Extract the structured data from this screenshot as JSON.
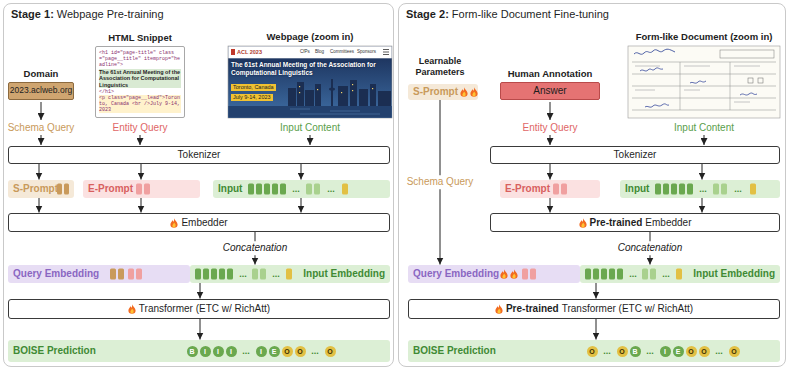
{
  "diagram": {
    "nodes": [
      {
        "text": [
          "Stage 1:",
          "Webpage Pre-training"
        ]
      },
      {
        "text": [
          "Domain",
          "2023.aclweb.org"
        ],
        "in": 0
      },
      {
        "text": [
          "HTML Snippet"
        ],
        "in": 0
      },
      {
        "text": [
          "Webpage (zoom in)"
        ],
        "in": 0
      },
      {
        "text": [
          "Tokenizer"
        ],
        "in": 0
      },
      {
        "text": [
          "S-Prompt"
        ],
        "in": 0
      },
      {
        "text": [
          "E-Prompt"
        ],
        "in": 0
      },
      {
        "text": [
          "Input"
        ],
        "in": 0
      },
      {
        "text": [
          "Embedder"
        ],
        "in": 0
      },
      {
        "text": [
          "Query Embedding"
        ],
        "in": 0
      },
      {
        "text": [
          "Input Embedding"
        ],
        "in": 0
      },
      {
        "text": [
          "Transformer (ETC w/ RichAtt)"
        ],
        "in": 0
      },
      {
        "text": [
          "BOISE Prediction"
        ],
        "in": 0
      },
      {
        "text": [
          "B"
        ],
        "in": 12
      },
      {
        "text": [
          "I"
        ],
        "in": 12
      },
      {
        "text": [
          "I"
        ],
        "in": 12
      },
      {
        "text": [
          "I"
        ],
        "in": 12
      },
      {
        "text": [
          "I"
        ],
        "in": 12
      },
      {
        "text": [
          "E"
        ],
        "in": 12
      },
      {
        "text": [
          "O"
        ],
        "in": 12
      },
      {
        "text": [
          "O"
        ],
        "in": 12
      },
      {
        "text": [
          "O"
        ],
        "in": 12
      },
      {
        "text": [
          "Stage 2:",
          "Form-like Document Fine-tuning"
        ]
      },
      {
        "text": [
          "S-Prompt"
        ],
        "in": 22
      },
      {
        "text": [
          "Human Annotation",
          "Answer"
        ],
        "in": 22
      },
      {
        "text": [
          "Form-like Document (zoom in)"
        ],
        "in": 22
      },
      {
        "text": [
          "Tokenizer"
        ],
        "in": 22
      },
      {
        "text": [
          "E-Prompt"
        ],
        "in": 22
      },
      {
        "text": [
          "Input"
        ],
        "in": 22
      },
      {
        "text": [
          "Pre-trained",
          "Embedder"
        ],
        "in": 22
      },
      {
        "text": [
          "Query Embedding"
        ],
        "in": 22
      },
      {
        "text": [
          "Input Embedding"
        ],
        "in": 22
      },
      {
        "text": [
          "Pre-trained",
          "Transformer (ETC w/ RichAtt)"
        ],
        "in": 22
      },
      {
        "text": [
          "BOISE Prediction"
        ],
        "in": 22
      },
      {
        "text": [
          "O"
        ],
        "in": 33
      },
      {
        "text": [
          "O"
        ],
        "in": 33
      },
      {
        "text": [
          "B"
        ],
        "in": 33
      },
      {
        "text": [
          "I"
        ],
        "in": 33
      },
      {
        "text": [
          "E"
        ],
        "in": 33
      },
      {
        "text": [
          "O"
        ],
        "in": 33
      },
      {
        "text": [
          "O"
        ],
        "in": 33
      },
      {
        "text": [
          "O"
        ],
        "in": 33
      }
    ],
    "edges": [
      {
        "from": 4,
        "to": 5,
        "arrow": "to"
      },
      {
        "from": 4,
        "to": 6,
        "arrow": "to"
      },
      {
        "from": 4,
        "to": 7,
        "arrow": "to"
      },
      {
        "from": 5,
        "to": 8,
        "arrow": "to"
      },
      {
        "from": 6,
        "to": 8,
        "arrow": "to"
      },
      {
        "from": 7,
        "to": 8,
        "arrow": "to"
      },
      {
        "from": 8,
        "to": 10,
        "label": "Concatenation",
        "arrow": "to"
      },
      {
        "from": 10,
        "to": 11,
        "arrow": "to"
      },
      {
        "from": 11,
        "to": 12,
        "arrow": "to"
      },
      {
        "from": 23,
        "to": 30,
        "label": "Schema Query",
        "arrow": "to"
      },
      {
        "from": 26,
        "to": 27,
        "arrow": "to"
      },
      {
        "from": 26,
        "to": 28,
        "arrow": "to"
      },
      {
        "from": 27,
        "to": 29,
        "arrow": "to"
      },
      {
        "from": 28,
        "to": 29,
        "arrow": "to"
      },
      {
        "from": 29,
        "to": 31,
        "label": "Concatenation",
        "arrow": "to"
      },
      {
        "from": 31,
        "to": 32,
        "arrow": "to"
      },
      {
        "from": 32,
        "to": 33,
        "arrow": "to"
      }
    ],
    "labels": [
      "<h1 id=\"page-title\" class=\"page__title\" itemprop=\"headline\">",
      "The 61st Annual Meeting of the Association for Computational Linguistics",
      "</h1>",
      "<p class=\"page__lead\">Toronto, Canada <br />July 9-14, 2023",
      "ACL 2023",
      "CfPs",
      "Blog",
      "Committees",
      "Sponsors",
      "The 61st Annual Meeting of the Association for Computational Linguistics",
      "Toronto, Canada",
      "July 9-14, 2023",
      "Schema Query",
      "Entity Query",
      "Input Content",
      "...",
      "...",
      "...",
      "...",
      "...",
      "...",
      "Learnable Parameters",
      "Entity Query",
      "Input Content",
      "...",
      "...",
      "...",
      "...",
      "...",
      "...",
      "..."
    ]
  }
}
